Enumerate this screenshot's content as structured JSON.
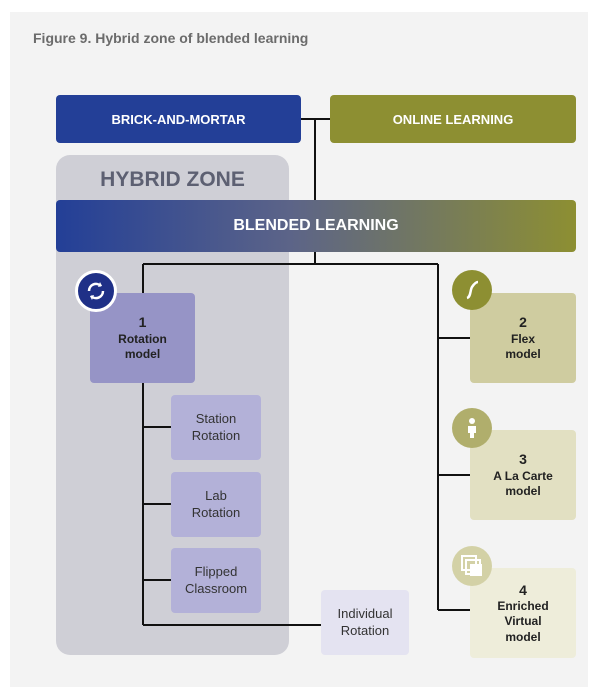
{
  "figure_title": "Figure 9. Hybrid zone of blended learning",
  "top_boxes": {
    "brick_and_mortar": "BRICK-AND-MORTAR",
    "online_learning": "ONLINE LEARNING"
  },
  "hybrid_zone": "HYBRID ZONE",
  "blended_learning": "BLENDED LEARNING",
  "models": [
    {
      "number": "1",
      "name": "Rotation model",
      "icon": "rotation-icon"
    },
    {
      "number": "2",
      "name": "Flex model",
      "icon": "flex-icon"
    },
    {
      "number": "3",
      "name": "A La Carte model",
      "icon": "person-icon"
    },
    {
      "number": "4",
      "name": "Enriched Virtual model",
      "icon": "layers-icon"
    }
  ],
  "rotation_submodels": [
    "Station Rotation",
    "Lab Rotation",
    "Flipped Classroom",
    "Individual Rotation"
  ],
  "colors": {
    "brick_blue": "#233f97",
    "online_olive": "#8d8f32",
    "hybrid_gray": "#cfcfd6",
    "rotation_purple": "#9694c6"
  }
}
